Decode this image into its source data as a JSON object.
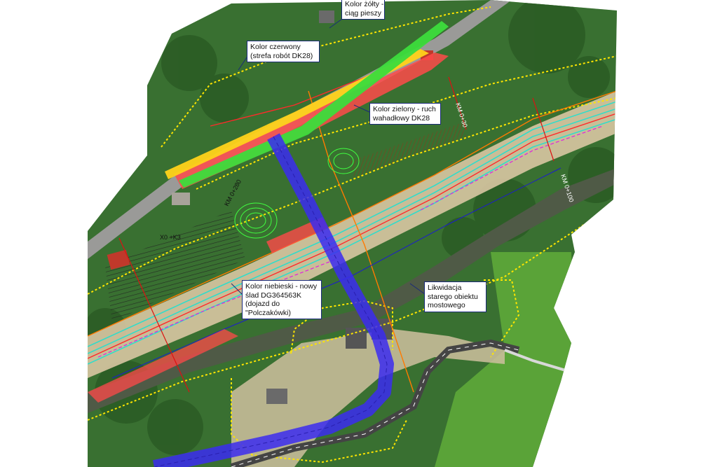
{
  "colors": {
    "work_zone": "#ff4a4a",
    "pedestrian": "#ffd21a",
    "traffic": "#3cdc3c",
    "new_route": "#3b2cf0",
    "boundary": "#ffe600",
    "river": "#4f5a46",
    "vegetation": "#3f7a35",
    "meadow": "#5aa338"
  },
  "callouts": {
    "yellow": {
      "lines": [
        "Kolor żółty -",
        "ciąg pieszy"
      ]
    },
    "red": {
      "lines": [
        "Kolor czerwony",
        "(strefa robót DK28)"
      ]
    },
    "green": {
      "lines": [
        "Kolor zielony - ruch",
        "wahadłowy DK28"
      ]
    },
    "blue": {
      "lines": [
        "Kolor niebieski - nowy",
        "ślad DG364563K",
        "(dojazd do",
        "\"Polczakówki)"
      ]
    },
    "demolition": {
      "lines": [
        "Likwidacja",
        "starego obiektu",
        "mostowego"
      ]
    }
  },
  "chainage_labels": {
    "km_0_30": "KM 0+30",
    "km_0_100": "KM 0+100",
    "km_0_280": "KM 0+280",
    "x0_k3": "X0 +K3"
  },
  "icons": {
    "building": "red-roof-building"
  }
}
